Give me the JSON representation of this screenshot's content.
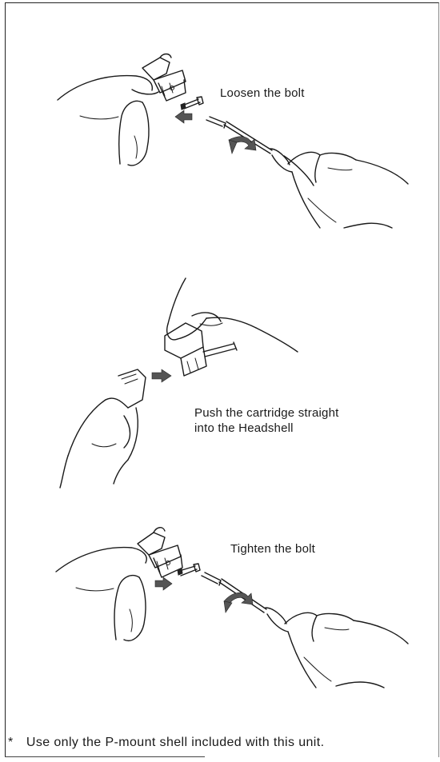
{
  "steps": [
    {
      "caption": "Loosen the bolt"
    },
    {
      "caption_line1": "Push the cartridge straight",
      "caption_line2": "into the Headshell"
    },
    {
      "caption": "Tighten the bolt"
    }
  ],
  "footnote": {
    "marker": "*",
    "text": "Use only the P-mount shell included with this unit."
  }
}
